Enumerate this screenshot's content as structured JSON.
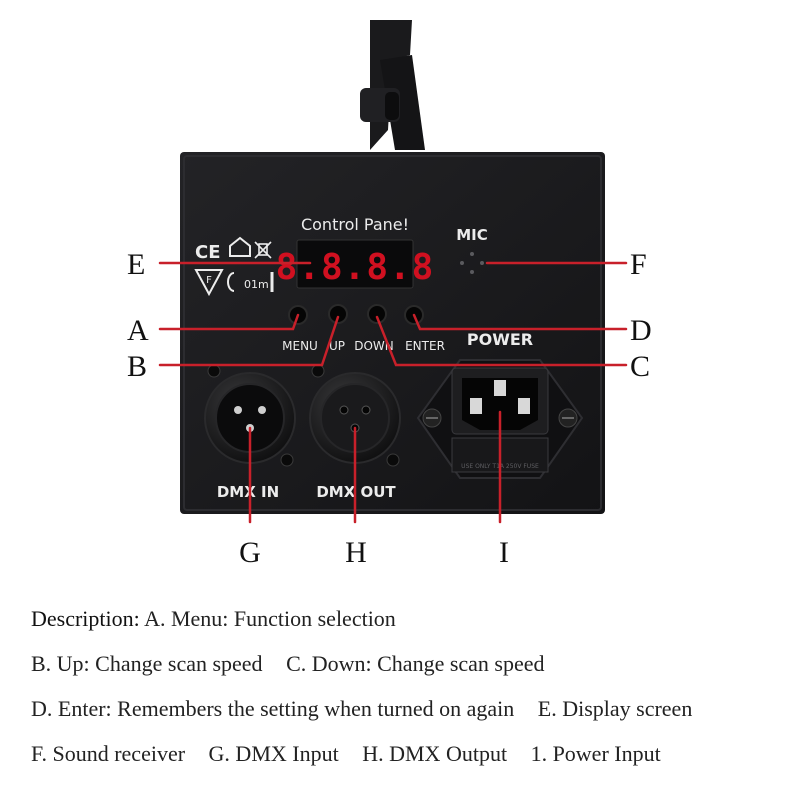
{
  "panel": {
    "title": "Control Pane!",
    "mic_label": "MIC",
    "power_label": "POWER",
    "dmx_in_label": "DMX IN",
    "dmx_out_label": "DMX OUT",
    "display_value": "8.8.8.8",
    "buttons": [
      "MENU",
      "UP",
      "DOWN",
      "ENTER"
    ],
    "cert_marks": [
      "CE",
      "01m"
    ],
    "fuse_text": "USE ONLY T1A 250V FUSE"
  },
  "callouts": {
    "a": "A",
    "b": "B",
    "c": "C",
    "d": "D",
    "e": "E",
    "f": "F",
    "g": "G",
    "h": "H",
    "i": "I"
  },
  "description": {
    "heading": "Description:",
    "a": "A. Menu: Function selection",
    "b": "B. Up: Change scan speed",
    "c": "C. Down: Change scan speed",
    "d": "D. Enter: Remembers the setting when turned on again",
    "e": "E. Display screen",
    "f": "F. Sound receiver",
    "g": "G. DMX Input",
    "h": "H. DMX Output",
    "i": "1. Power Input"
  },
  "colors": {
    "callout_line": "#c8202a",
    "panel_body": "#1b1b1d",
    "led": "#d01020",
    "text": "#222222"
  },
  "icons": [
    "house-icon",
    "bin-icon",
    "fire-triangle-icon",
    "xlr-male-icon",
    "xlr-female-icon",
    "iec-socket-icon"
  ]
}
